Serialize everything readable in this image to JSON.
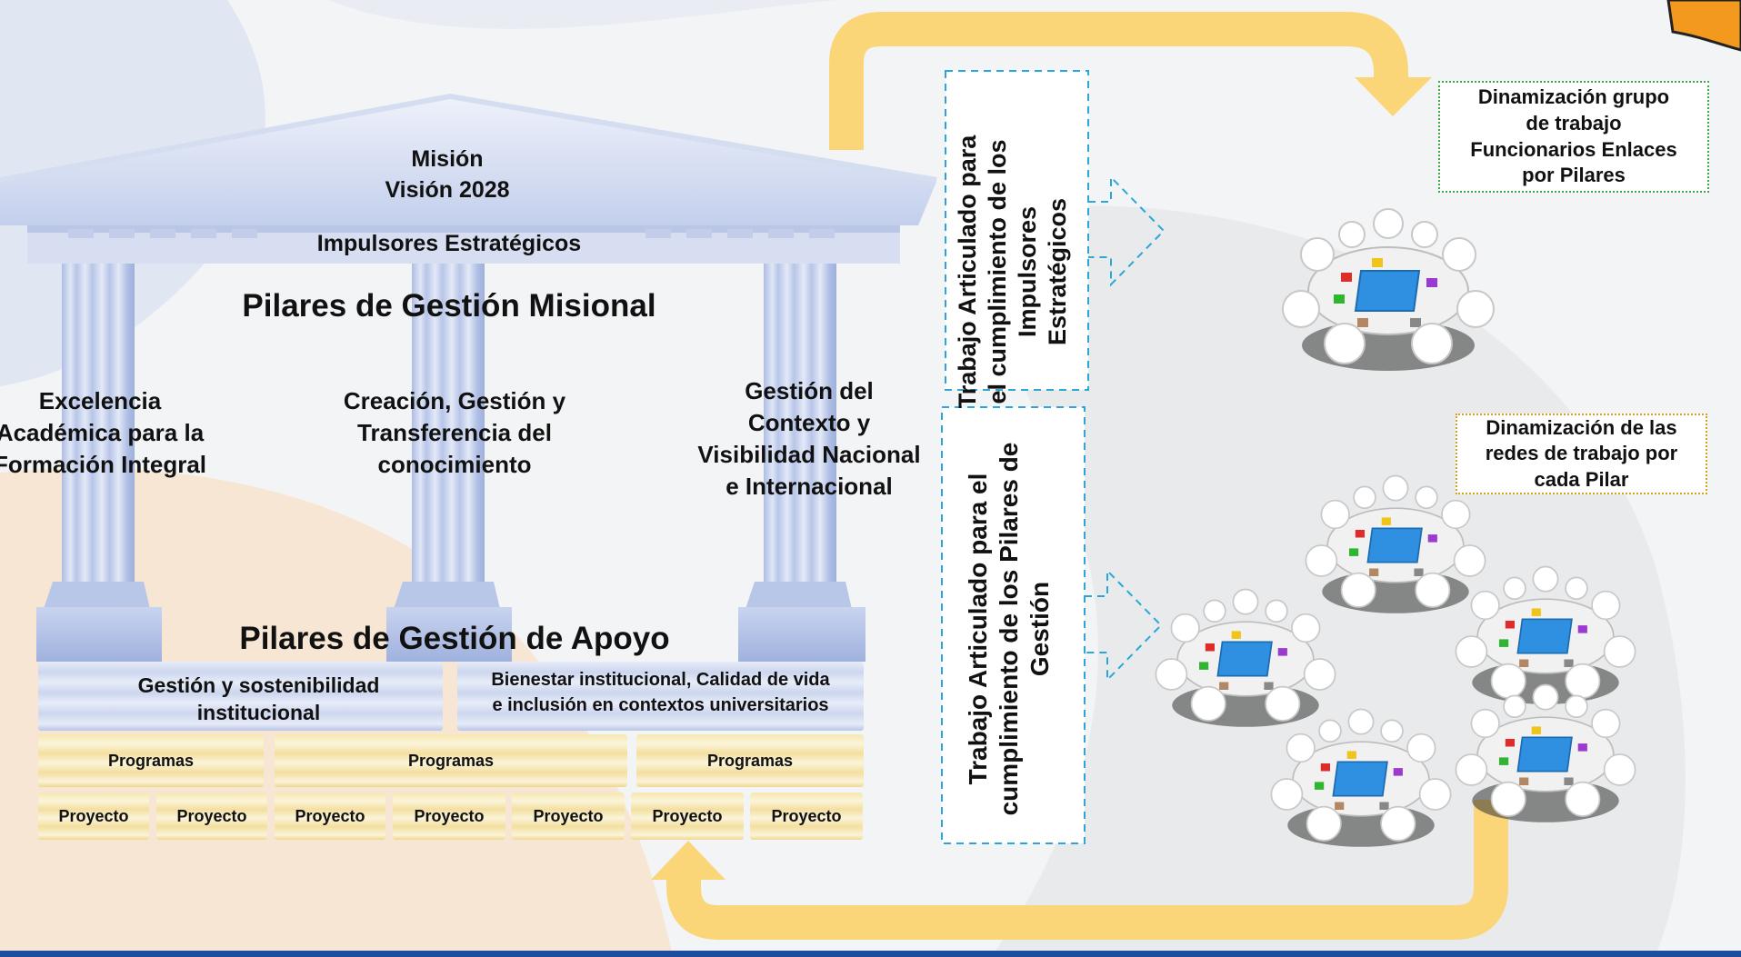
{
  "temple": {
    "pediment_line1": "Misión",
    "pediment_line2": "Visión 2028",
    "architrave": "Impulsores Estratégicos",
    "misional_title": "Pilares de Gestión Misional",
    "pillar1": [
      "Excelencia",
      "Académica para la",
      "Formación Integral"
    ],
    "pillar2": [
      "Creación, Gestión y",
      "Transferencia del",
      "conocimiento"
    ],
    "pillar3": [
      "Gestión del",
      "Contexto y",
      "Visibilidad Nacional",
      "e Internacional"
    ],
    "apoyo_title": "Pilares de Gestión de Apoyo",
    "apoyo1": [
      "Gestión y sostenibilidad",
      "institucional"
    ],
    "apoyo2": [
      "Bienestar institucional, Calidad de vida",
      "e inclusión en contextos universitarios"
    ],
    "programas": [
      "Programas",
      "Programas",
      "Programas"
    ],
    "proyectos": [
      "Proyecto",
      "Proyecto",
      "Proyecto",
      "Proyecto",
      "Proyecto",
      "Proyecto",
      "Proyecto"
    ]
  },
  "middle": {
    "box1": [
      "Trabajo Articulado para",
      "el cumplimiento de los",
      "Impulsores",
      "Estratégicos"
    ],
    "box2": [
      "Trabajo Articulado para el",
      "cumplimiento de los Pilares de",
      "Gestión"
    ]
  },
  "right": {
    "box1": [
      "Dinamización grupo",
      "de trabajo",
      "Funcionarios Enlaces",
      "por Pilares"
    ],
    "box2": [
      "Dinamización de las",
      "redes de trabajo por",
      "cada Pilar"
    ],
    "box1_border_color": "#3aa84a",
    "box2_border_color": "#d4a020"
  },
  "colors": {
    "arrow": "#fbd679",
    "dashed_border": "#2aa7d8",
    "temple_blue": "#c9d4ee"
  }
}
